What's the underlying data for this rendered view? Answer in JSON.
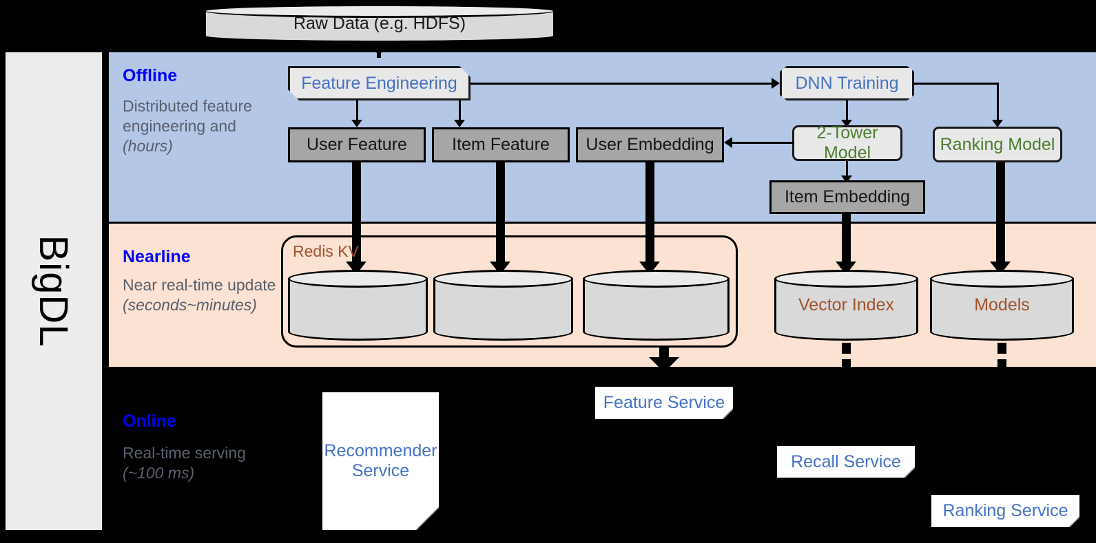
{
  "sidebar": {
    "label": "BigDL"
  },
  "bands": [
    {
      "key": "offline",
      "title": "Offline",
      "sub_line1": "Distributed feature engineering and ",
      "sub_em": "(hours)"
    },
    {
      "key": "nearline",
      "title": "Nearline",
      "sub_line1": "Near real-time update ",
      "sub_em": "(seconds~minutes)"
    },
    {
      "key": "online",
      "title": "Online",
      "sub_line1": "Real-time serving ",
      "sub_em": "(~100 ms)"
    }
  ],
  "nodes": {
    "raw_data": "Raw Data (e.g. HDFS)",
    "feature_engineering": "Feature Engineering",
    "dnn_training": "DNN Training",
    "user_feature": "User Feature",
    "item_feature": "Item Feature",
    "user_embedding": "User Embedding",
    "two_tower_model": "2-Tower Model",
    "ranking_model": "Ranking Model",
    "item_embedding": "Item Embedding",
    "redis_kv": "Redis KV",
    "vector_index": "Vector Index",
    "models": "Models",
    "feature_service": "Feature Service",
    "recommender_service": "Recommender Service",
    "recall_service": "Recall Service",
    "ranking_service": "Ranking Service"
  },
  "colors": {
    "offline_band": "#b4c7e7",
    "nearline_band": "#fbe2d2",
    "online_band": "#000000",
    "band_title": "#0000ff",
    "band_sub": "#595f6e",
    "blue_text": "#4472c4",
    "green_text": "#4a7e30",
    "brown_text": "#a0522d",
    "gray_box": "#a6a6a6",
    "proc_box": "#e8e8e8",
    "sidebar": "#ededed"
  }
}
